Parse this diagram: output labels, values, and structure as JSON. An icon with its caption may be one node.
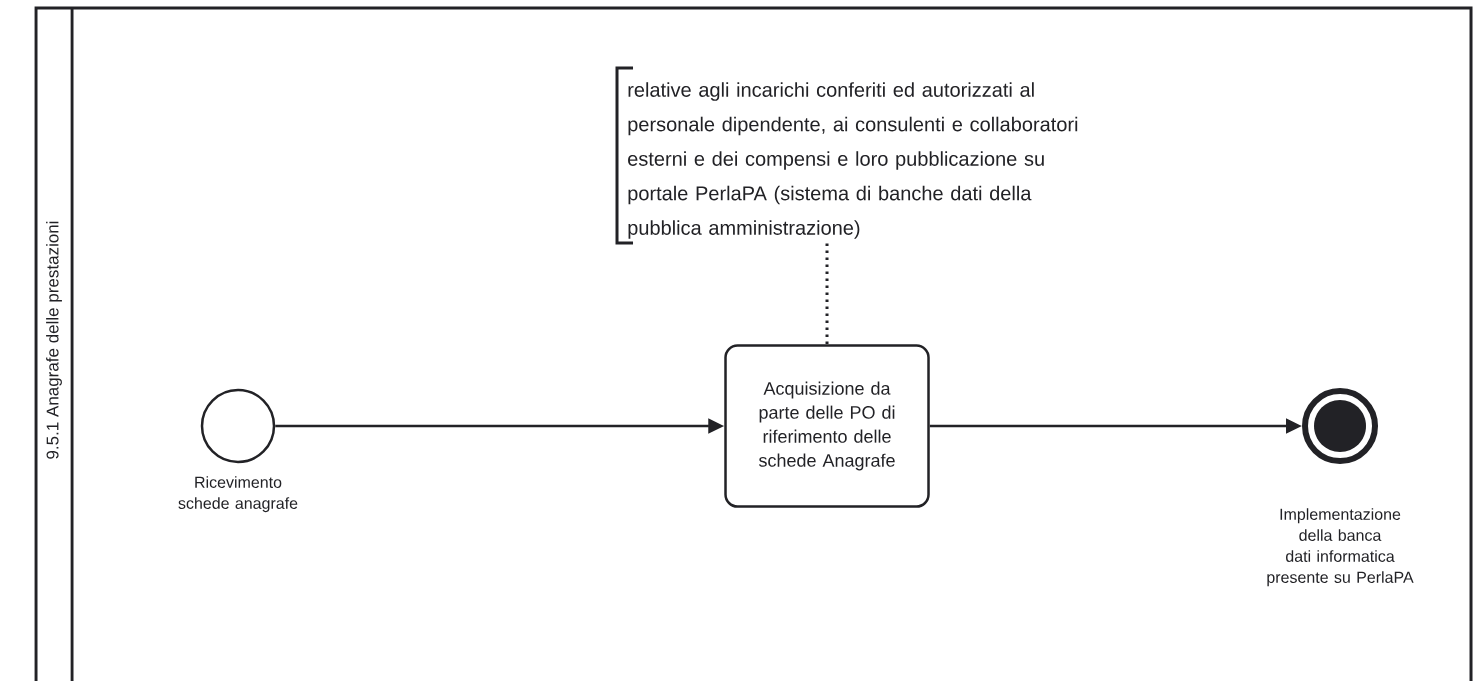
{
  "diagram": {
    "nodes": [
      {
        "text": [
          "9.5.1 Anagrafe delle prestazioni"
        ]
      },
      {
        "text": [],
        "shape": "circle",
        "beside": [
          "Ricevimento schede anagrafe"
        ],
        "in": 0
      },
      {
        "text": [
          "Acquisizione da parte delle PO di riferimento delle schede Anagrafe"
        ],
        "in": 0
      },
      {
        "text": [],
        "shape": "circle",
        "beside": [
          "Implementazione della banca dati informatica presente su PerlaPA"
        ],
        "in": 0
      },
      {
        "text": [
          "relative agli incarichi conferiti ed autorizzati al personale dipendente, ai consulenti e collaboratori esterni e dei compensi e loro pubblicazione su portale PerlaPA (sistema di banche dati della pubblica amministrazione)"
        ],
        "in": 0
      }
    ],
    "edges": [
      {
        "from": 1,
        "to": 2,
        "arrow": "to"
      },
      {
        "from": 2,
        "to": 3,
        "arrow": "to"
      },
      {
        "from": 4,
        "to": 2,
        "arrow": "none",
        "style": "dashed"
      }
    ]
  }
}
